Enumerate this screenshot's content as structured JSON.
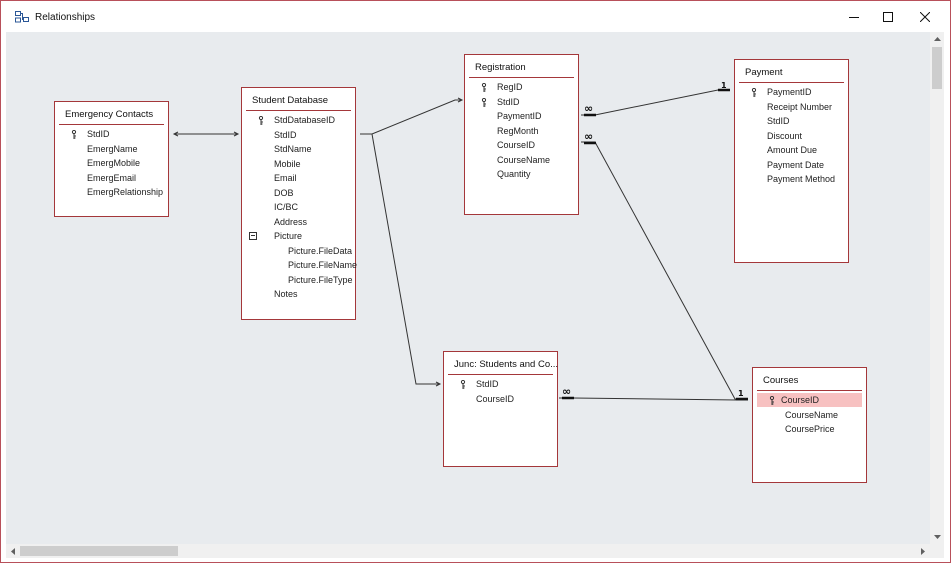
{
  "window": {
    "title": "Relationships"
  },
  "tables": [
    {
      "id": "emergency",
      "title": "Emergency Contacts",
      "fields": [
        {
          "name": "StdID",
          "key": true
        },
        {
          "name": "EmergName"
        },
        {
          "name": "EmergMobile"
        },
        {
          "name": "EmergEmail"
        },
        {
          "name": "EmergRelationship"
        }
      ]
    },
    {
      "id": "student",
      "title": "Student Database",
      "fields": [
        {
          "name": "StdDatabaseID",
          "key": true
        },
        {
          "name": "StdID"
        },
        {
          "name": "StdName"
        },
        {
          "name": "Mobile"
        },
        {
          "name": "Email"
        },
        {
          "name": "DOB"
        },
        {
          "name": "IC/BC"
        },
        {
          "name": "Address"
        },
        {
          "name": "Picture",
          "expandable": true
        },
        {
          "name": "Picture.FileData",
          "sub": true
        },
        {
          "name": "Picture.FileName",
          "sub": true
        },
        {
          "name": "Picture.FileType",
          "sub": true
        },
        {
          "name": "Notes"
        }
      ]
    },
    {
      "id": "registration",
      "title": "Registration",
      "fields": [
        {
          "name": "RegID",
          "key": true
        },
        {
          "name": "StdID",
          "key": true
        },
        {
          "name": "PaymentID"
        },
        {
          "name": "RegMonth"
        },
        {
          "name": "CourseID"
        },
        {
          "name": "CourseName"
        },
        {
          "name": "Quantity"
        }
      ]
    },
    {
      "id": "payment",
      "title": "Payment",
      "fields": [
        {
          "name": "PaymentID",
          "key": true
        },
        {
          "name": "Receipt Number"
        },
        {
          "name": "StdID"
        },
        {
          "name": "Discount"
        },
        {
          "name": "Amount Due"
        },
        {
          "name": "Payment Date"
        },
        {
          "name": "Payment Method"
        }
      ]
    },
    {
      "id": "junction",
      "title": "Junc: Students and Co...",
      "fields": [
        {
          "name": "StdID",
          "key": true
        },
        {
          "name": "CourseID"
        }
      ]
    },
    {
      "id": "courses",
      "title": "Courses",
      "fields": [
        {
          "name": "CourseID",
          "key": true,
          "selected": true
        },
        {
          "name": "CourseName"
        },
        {
          "name": "CoursePrice"
        }
      ]
    }
  ],
  "relationships": [
    {
      "from": "emergency",
      "to": "student",
      "from_label": "",
      "to_label": ""
    },
    {
      "from": "student",
      "to": "registration",
      "from_label": "",
      "to_label": ""
    },
    {
      "from": "student",
      "to": "junction",
      "from_label": "",
      "to_label": ""
    },
    {
      "from": "registration",
      "to": "payment",
      "from_label": "∞",
      "to_label": "1"
    },
    {
      "from": "registration",
      "to": "courses",
      "from_label": "∞",
      "to_label": "1"
    },
    {
      "from": "junction",
      "to": "courses",
      "from_label": "∞",
      "to_label": "1"
    }
  ],
  "colors": {
    "table_border": "#a4373a",
    "canvas": "#e8ebee",
    "selected_field": "#f7c1c1"
  },
  "icons": {
    "key": "key-icon",
    "app": "relationships-icon"
  }
}
